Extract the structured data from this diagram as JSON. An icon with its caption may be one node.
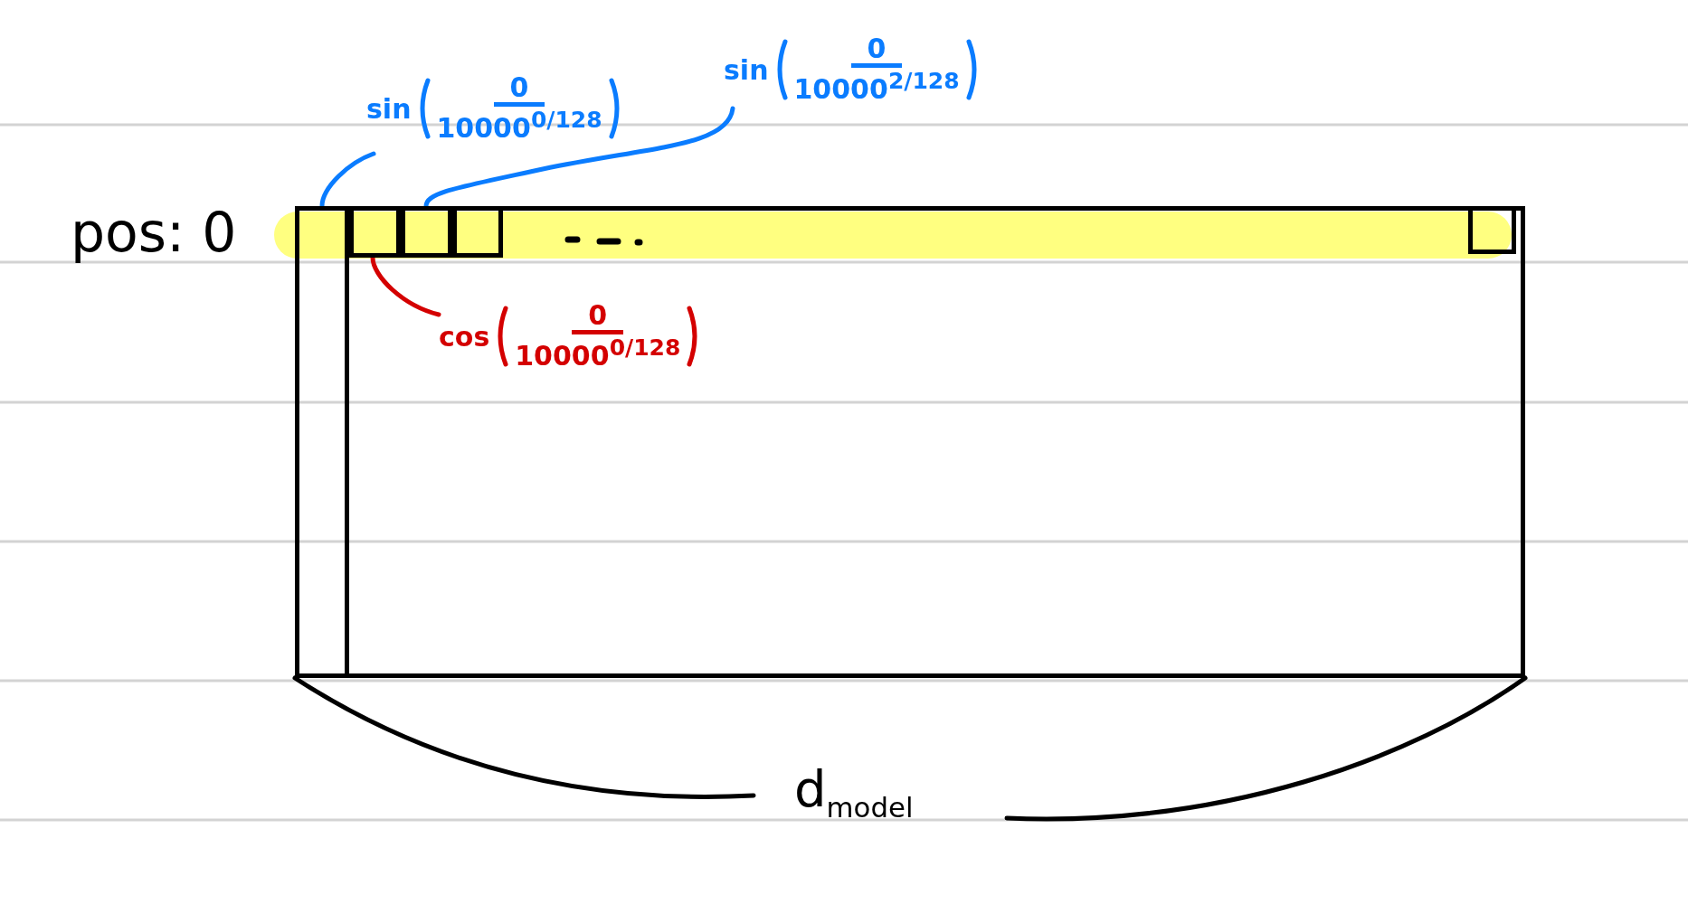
{
  "diagram": {
    "nodes": [
      {
        "text": [],
        "shape": "box"
      },
      {
        "text": [],
        "shape": "box",
        "in": 0
      },
      {
        "text": [],
        "shape": "box",
        "in": 0
      },
      {
        "text": [],
        "shape": "box",
        "in": 0
      },
      {
        "text": [],
        "shape": "box",
        "in": 0
      },
      {
        "text": [],
        "shape": "box",
        "in": 0
      },
      {
        "text": [
          "sin",
          "0",
          "10000$^{0/128}$"
        ]
      },
      {
        "text": [
          "sin",
          "0",
          "10000$^{2/128}$"
        ]
      },
      {
        "text": [
          "cos",
          "0",
          "10000$^{0/128}$"
        ],
        "in": 0
      }
    ],
    "edges": [
      {
        "from": 6,
        "to": 1,
        "arrow": "none"
      },
      {
        "from": 7,
        "to": 3,
        "arrow": "none"
      },
      {
        "from": 8,
        "to": 2,
        "arrow": "none",
        "color": "#d40000"
      }
    ],
    "labels": [
      "pos: 0",
      "d$_{model}$"
    ]
  }
}
